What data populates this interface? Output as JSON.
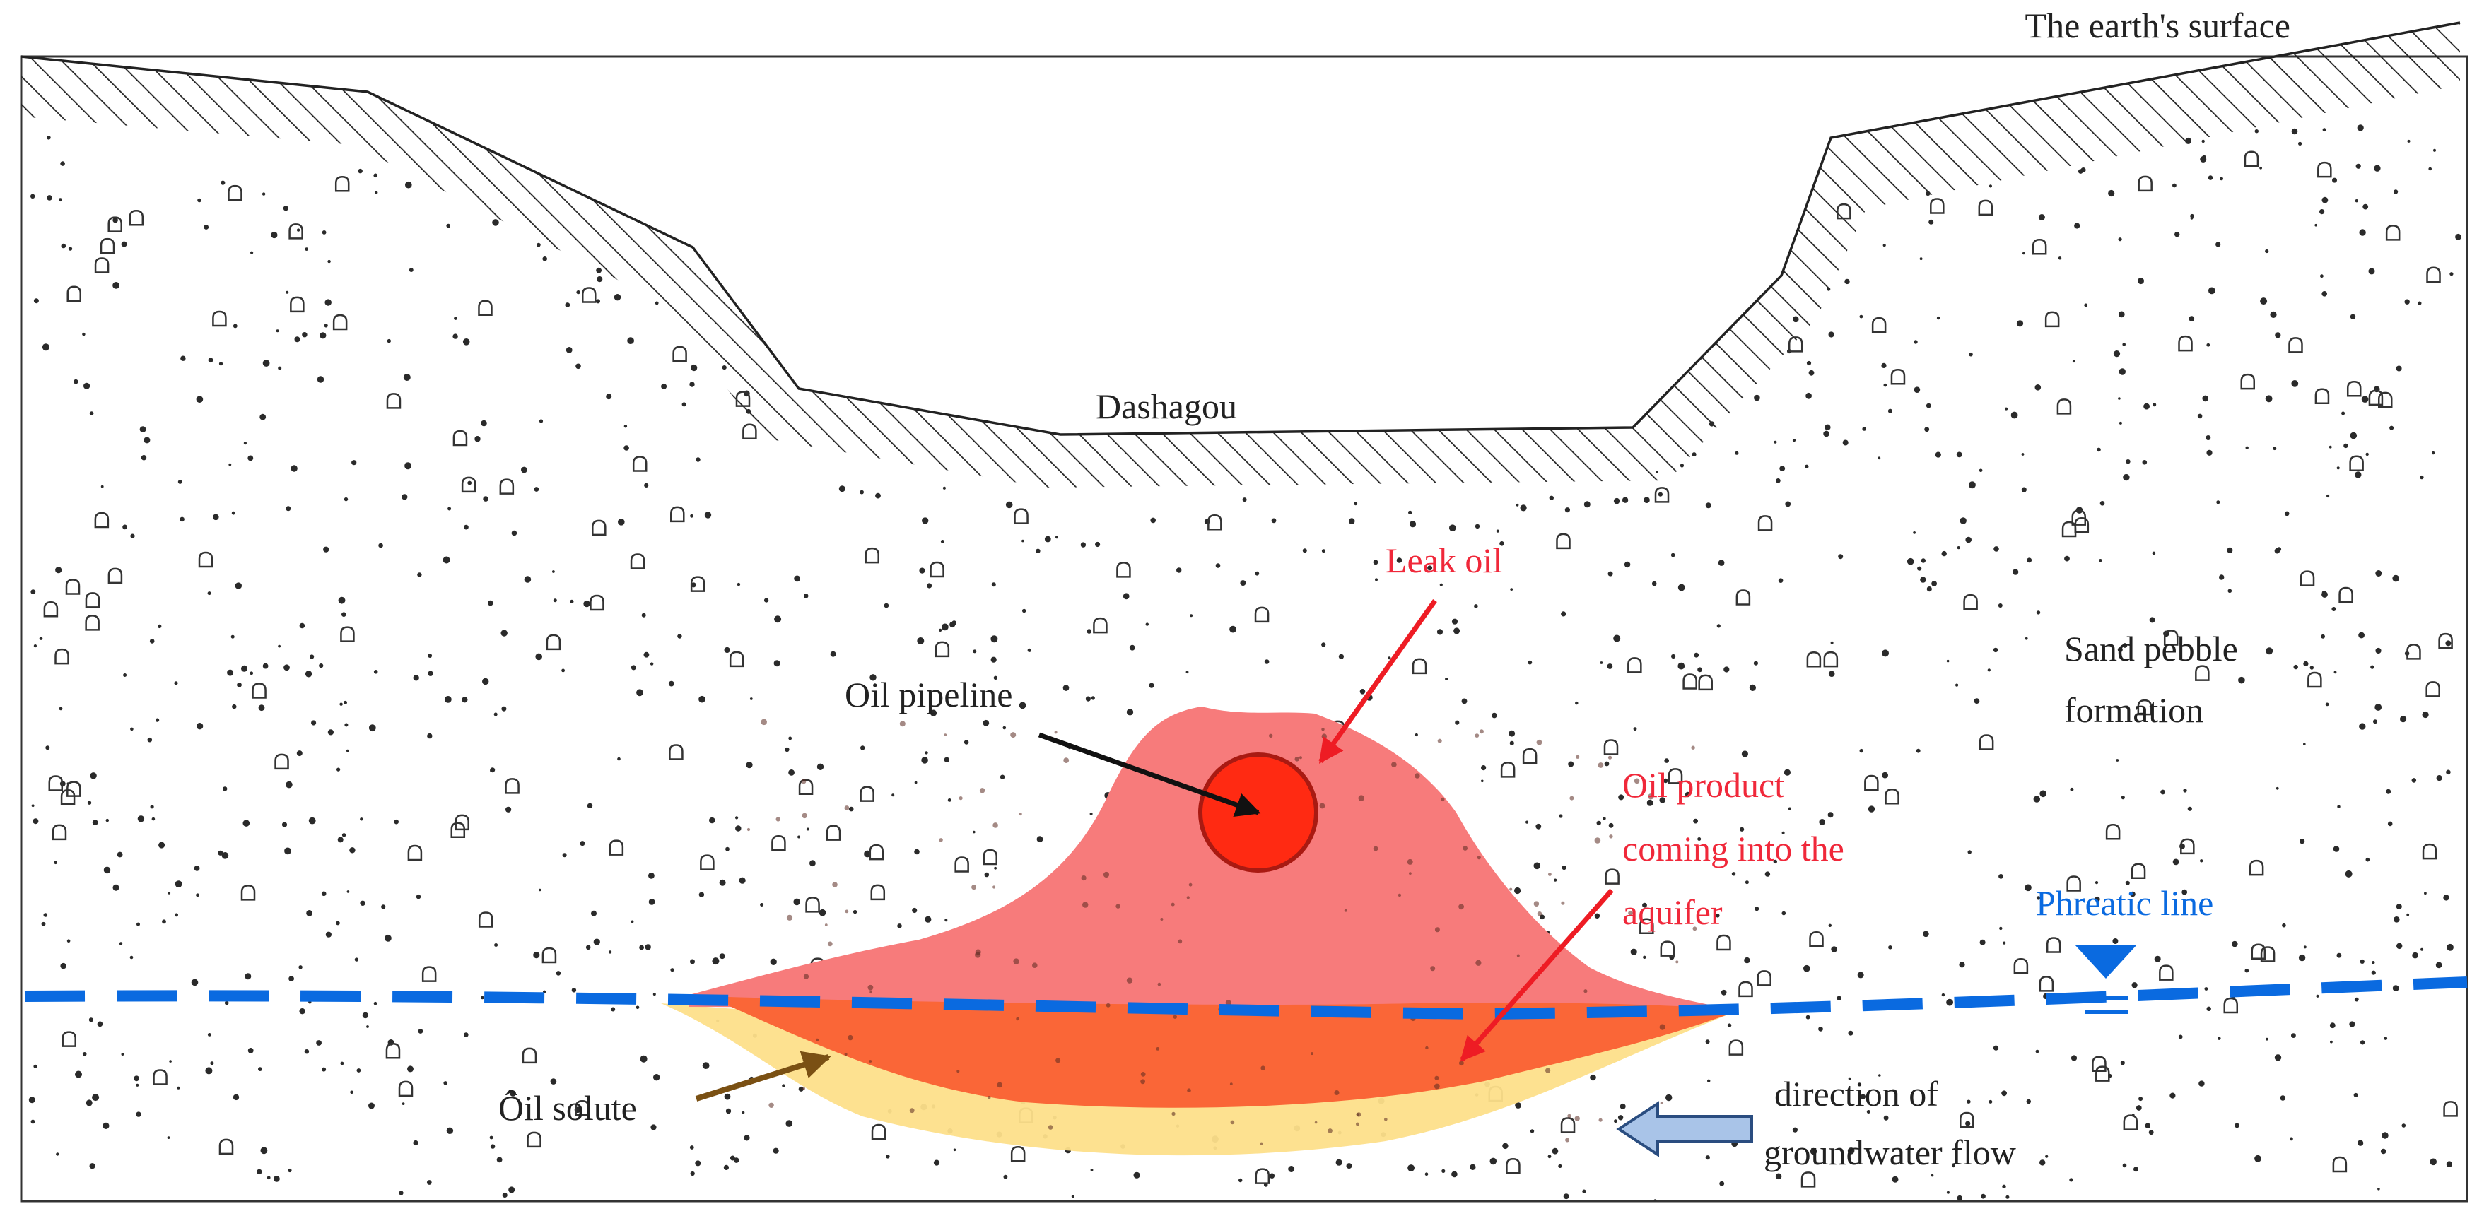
{
  "labels": {
    "surface": "The earth's surface",
    "valley": "Dashagou",
    "leak_oil": "Leak oil",
    "pipeline": "Oil pipeline",
    "formation_line1": "Sand pebble",
    "formation_line2": "formation",
    "oil_product_line1": "Oil product",
    "oil_product_line2": "coming into the",
    "oil_product_line3": "aquifer",
    "phreatic_line": "Phreatic line",
    "oil_solute": "Ôil solute",
    "flow_line1": "direction of",
    "flow_line2": "groundwater flow"
  },
  "colors": {
    "leak_plume": "#f77b7b",
    "oil_lens": "#fa6637",
    "solute_zone": "#fddf8a",
    "pipe_fill": "#ff2a12",
    "pipe_edge": "#a91a12",
    "phreatic": "#0a6ae0",
    "red_label": "#f0283a",
    "red_arrow": "#ee1c24",
    "solute_arrow": "#7a5013",
    "flow_arrow_fill": "#a9c4e8",
    "flow_arrow_edge": "#2a4d80",
    "ink": "#222222"
  }
}
